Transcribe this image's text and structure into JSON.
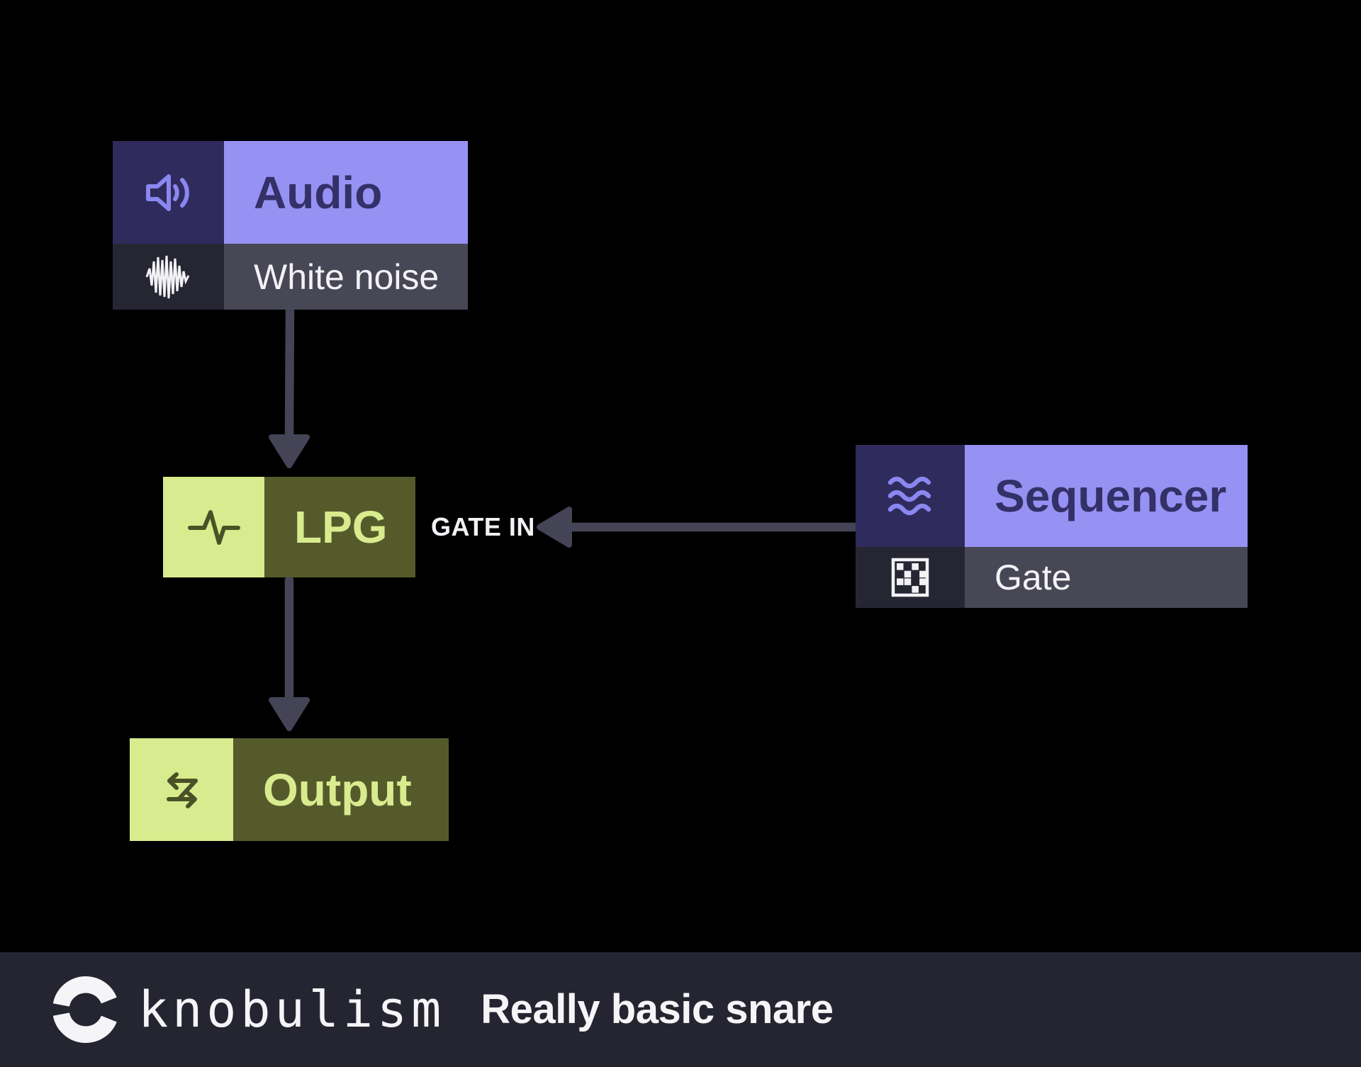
{
  "colors": {
    "background": "#000000",
    "node_purple": "#9692F3",
    "node_purple_dark": "#2F2B5C",
    "node_purple_title": "#343068",
    "icon_purple": "#8B87F0",
    "node_lime": "#D8EB8E",
    "node_olive": "#555A2B",
    "icon_olive": "#4B5126",
    "subrow_icon_bg": "#262633",
    "subrow_label_bg": "#474756",
    "light_text": "#F2F2F6",
    "arrow": "#454456",
    "footer_bg": "#252532",
    "footer_text": "#F5F5F8"
  },
  "nodes": {
    "audio": {
      "title": "Audio",
      "subtitle": "White noise"
    },
    "lpg": {
      "title": "LPG"
    },
    "sequencer": {
      "title": "Sequencer",
      "subtitle": "Gate"
    },
    "output": {
      "title": "Output"
    }
  },
  "labels": {
    "gate_in": "GATE IN"
  },
  "footer": {
    "brand": "knobulism",
    "title": "Really basic snare"
  }
}
